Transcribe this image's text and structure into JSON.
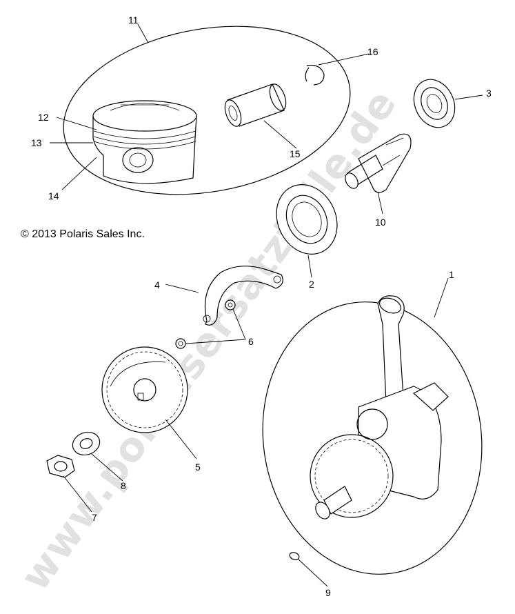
{
  "copyright": "© 2013 Polaris Sales Inc.",
  "watermark": "www.polarisersatzteile.de",
  "callouts": {
    "c1": "1",
    "c2": "2",
    "c3": "3",
    "c4": "4",
    "c5": "5",
    "c6": "6",
    "c7": "7",
    "c8": "8",
    "c9": "9",
    "c10": "10",
    "c11": "11",
    "c12": "12",
    "c13": "13",
    "c14": "14",
    "c15": "15",
    "c16": "16"
  },
  "colors": {
    "line": "#000000",
    "watermark": "#d8d8d8",
    "background": "#ffffff"
  }
}
